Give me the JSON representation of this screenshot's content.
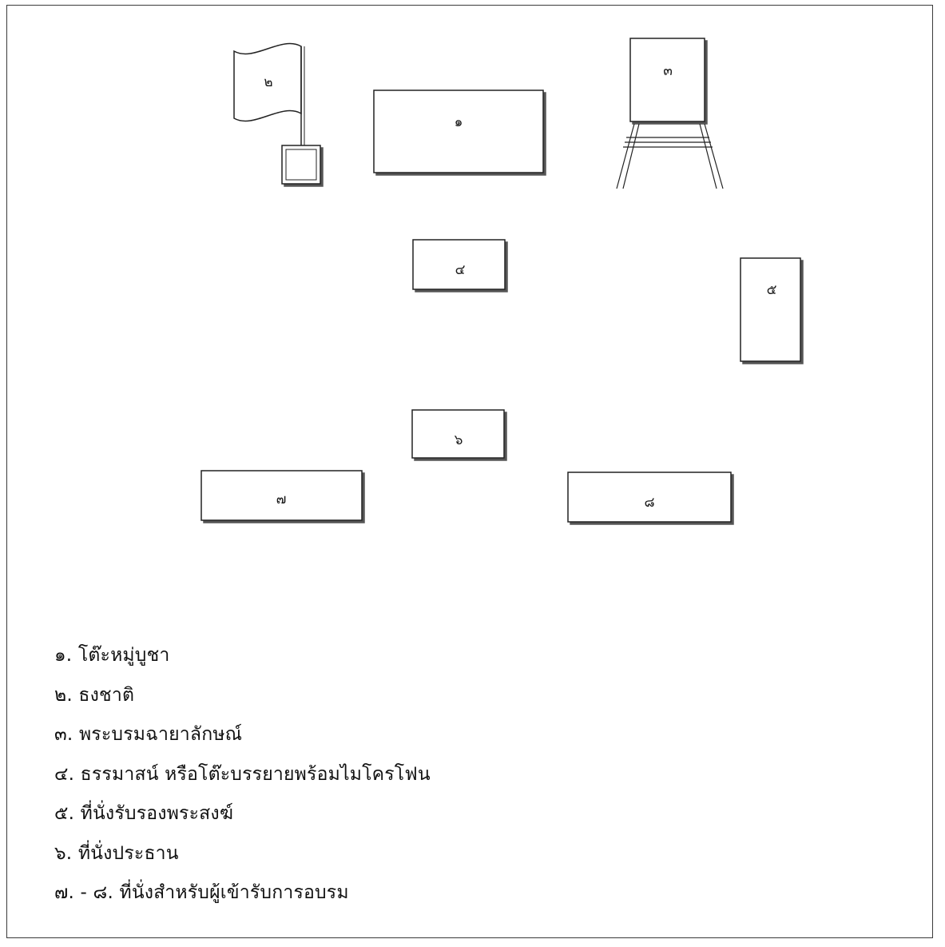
{
  "diagram": {
    "items": [
      {
        "id": "1",
        "label": "๑"
      },
      {
        "id": "2",
        "label": "๒"
      },
      {
        "id": "3",
        "label": "๓"
      },
      {
        "id": "4",
        "label": "๔"
      },
      {
        "id": "5",
        "label": "๕"
      },
      {
        "id": "6",
        "label": "๖"
      },
      {
        "id": "7",
        "label": "๗"
      },
      {
        "id": "8",
        "label": "๘"
      }
    ]
  },
  "legend": {
    "items": [
      "๑. โต๊ะหมู่บูชา",
      "๒. ธงชาติ",
      "๓. พระบรมฉายาลักษณ์",
      "๔. ธรรมาสน์ หรือโต๊ะบรรยายพร้อมไมโครโฟน",
      "๕. ที่นั่งรับรองพระสงฆ์",
      "๖. ที่นั่งประธาน",
      "๗. - ๘. ที่นั่งสำหรับผู้เข้ารับการอบรม"
    ]
  }
}
